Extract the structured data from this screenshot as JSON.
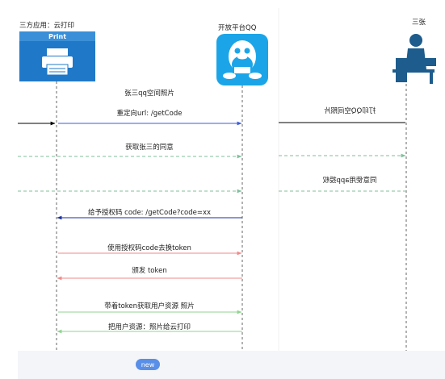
{
  "participants": {
    "client": "三方应用：云打印",
    "client_icon_caption": "Print",
    "platform": "开放平台QQ",
    "user": "三张"
  },
  "messages": [
    {
      "id": "m1",
      "label": "张三qq空间照片"
    },
    {
      "id": "m2",
      "label": "重定向url: /getCode"
    },
    {
      "id": "m3",
      "label": "获取张三的同意"
    },
    {
      "id": "m4",
      "label": ""
    },
    {
      "id": "m5",
      "label": "给予授权码 code: /getCode?code=xx"
    },
    {
      "id": "m6",
      "label": "使用授权码code去换token"
    },
    {
      "id": "m7",
      "label": "颁发  token"
    },
    {
      "id": "m8",
      "label": "带着token获取用户资源 照片"
    },
    {
      "id": "m9",
      "label": "把用户资源：照片给云打印"
    }
  ],
  "mirrored_messages": [
    {
      "id": "r1",
      "label": "打印QQ空间照片"
    },
    {
      "id": "r2",
      "label": "同意使用app授权"
    }
  ],
  "footer": {
    "badge": "new"
  },
  "colors": {
    "black": "#000000",
    "blue": "#3b5bdb",
    "navy": "#1a2fa0",
    "teal_dash": "#7fbf9a",
    "red": "#f08a8a",
    "green": "#8fd48f",
    "print_blue": "#1f78c8",
    "qq_blue": "#1ba5e8",
    "user_navy": "#1d5c8c"
  }
}
